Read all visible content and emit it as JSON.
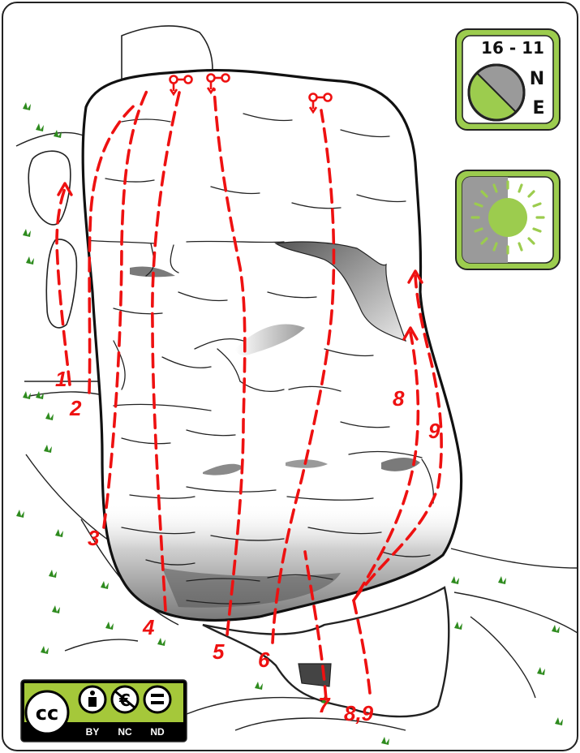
{
  "routes": [
    {
      "label": "1"
    },
    {
      "label": "2"
    },
    {
      "label": "3"
    },
    {
      "label": "4"
    },
    {
      "label": "5"
    },
    {
      "label": "6"
    },
    {
      "label": "7"
    },
    {
      "label": "8,9"
    },
    {
      "label": "8"
    },
    {
      "label": "9"
    }
  ],
  "orientation": {
    "time": "16 - 11",
    "dir_top": "N",
    "dir_bottom": "E",
    "dial_color": "#9ccc4e"
  },
  "sun_icon": "sun-icon",
  "license": {
    "cc": "cc",
    "by": "BY",
    "nc": "NC",
    "nd": "ND",
    "color": "#a5c83a"
  },
  "colors": {
    "route": "#ee1111",
    "accent": "#8dc63f",
    "grass": "#2e8b1e"
  }
}
